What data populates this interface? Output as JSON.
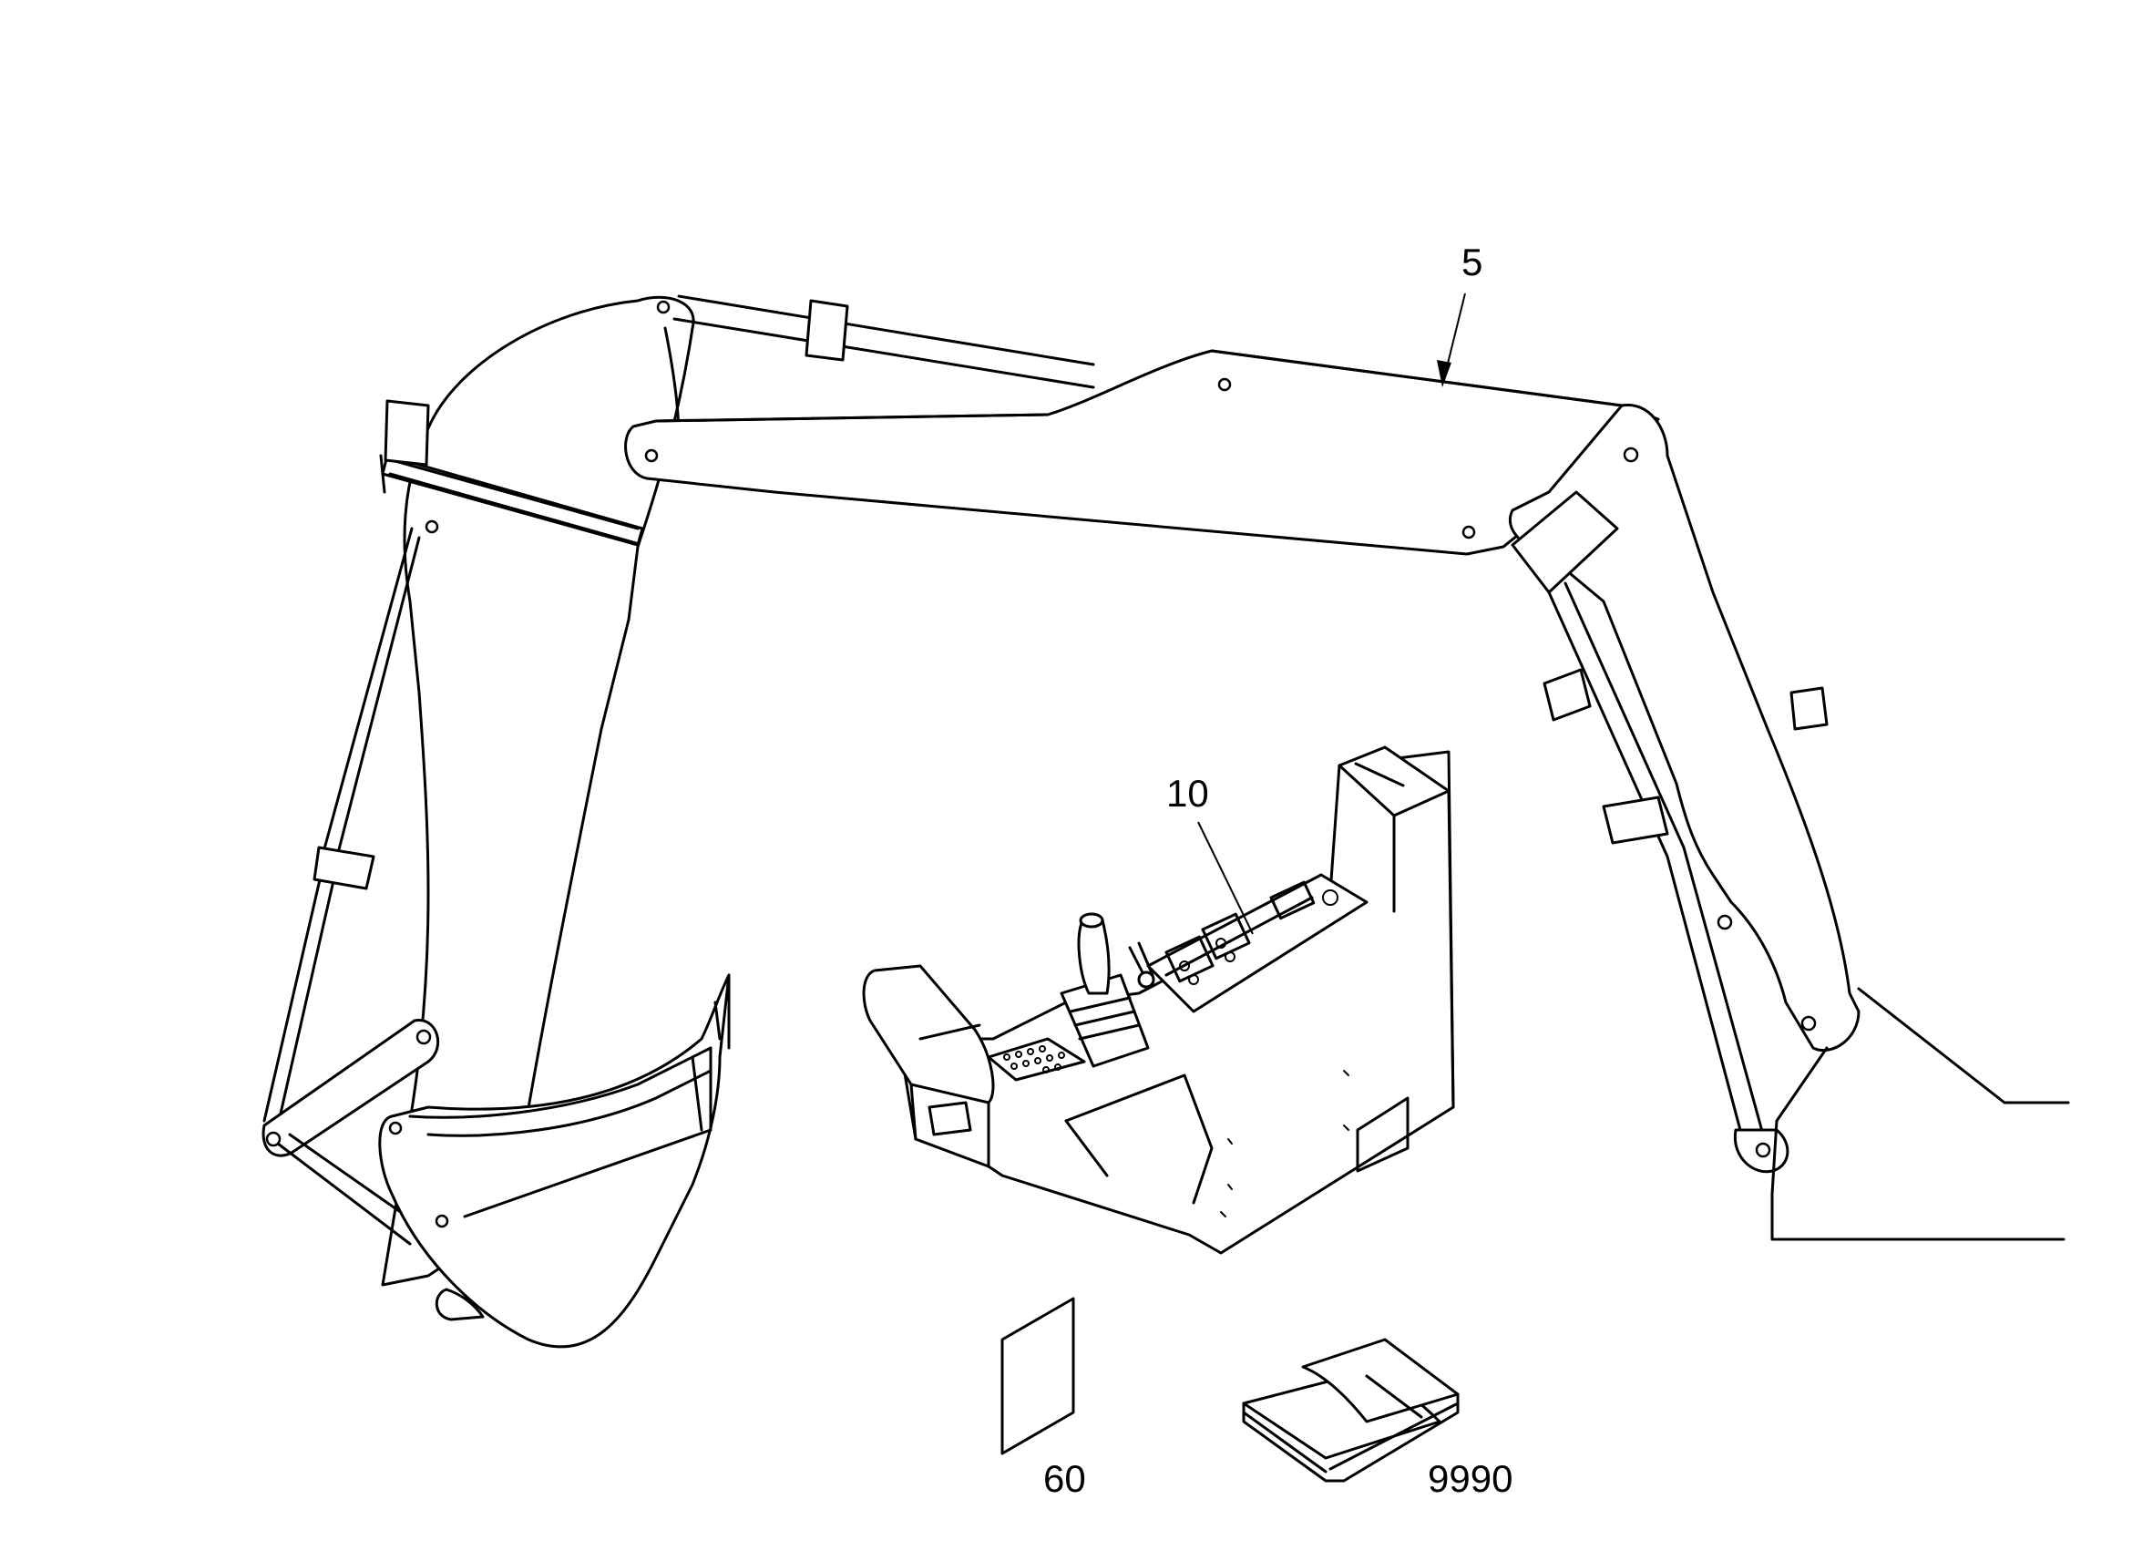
{
  "callouts": {
    "boom": "5",
    "control_console": "10",
    "decal": "60",
    "manual": "9990"
  }
}
